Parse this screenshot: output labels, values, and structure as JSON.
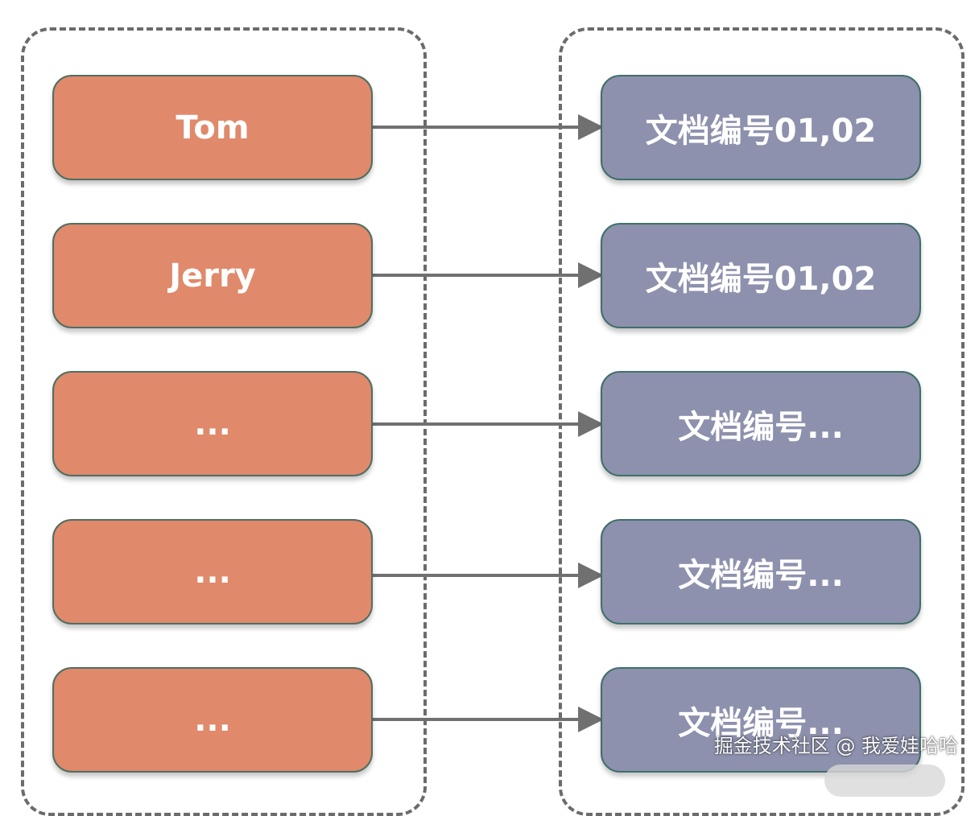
{
  "terms": [
    {
      "label": "Tom"
    },
    {
      "label": "Jerry"
    },
    {
      "label": "..."
    },
    {
      "label": "..."
    },
    {
      "label": "..."
    }
  ],
  "postings": [
    {
      "label": "文档编号01,02"
    },
    {
      "label": "文档编号01,02"
    },
    {
      "label": "文档编号..."
    },
    {
      "label": "文档编号..."
    },
    {
      "label": "文档编号..."
    }
  ],
  "watermark": "掘金技术社区 @ 我爱娃哈哈",
  "colors": {
    "term_fill": "#e0896b",
    "posting_fill": "#8d91ad",
    "frame_dash": "#6b6b6b",
    "arrow": "#707070"
  }
}
